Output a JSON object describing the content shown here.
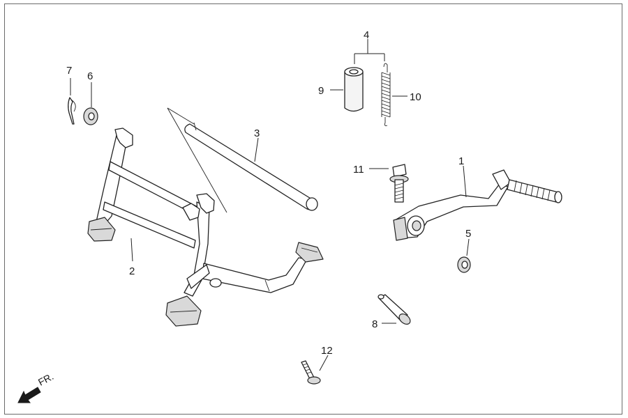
{
  "callouts": {
    "c1": "1",
    "c2": "2",
    "c3": "3",
    "c4": "4",
    "c5": "5",
    "c6": "6",
    "c7": "7",
    "c8": "8",
    "c9": "9",
    "c10": "10",
    "c11": "11",
    "c12": "12"
  },
  "direction": {
    "label": "FR.",
    "icon": "front-arrow-icon"
  },
  "colors": {
    "line": "#222222",
    "frame": "#6a6a6a",
    "background": "#ffffff"
  }
}
